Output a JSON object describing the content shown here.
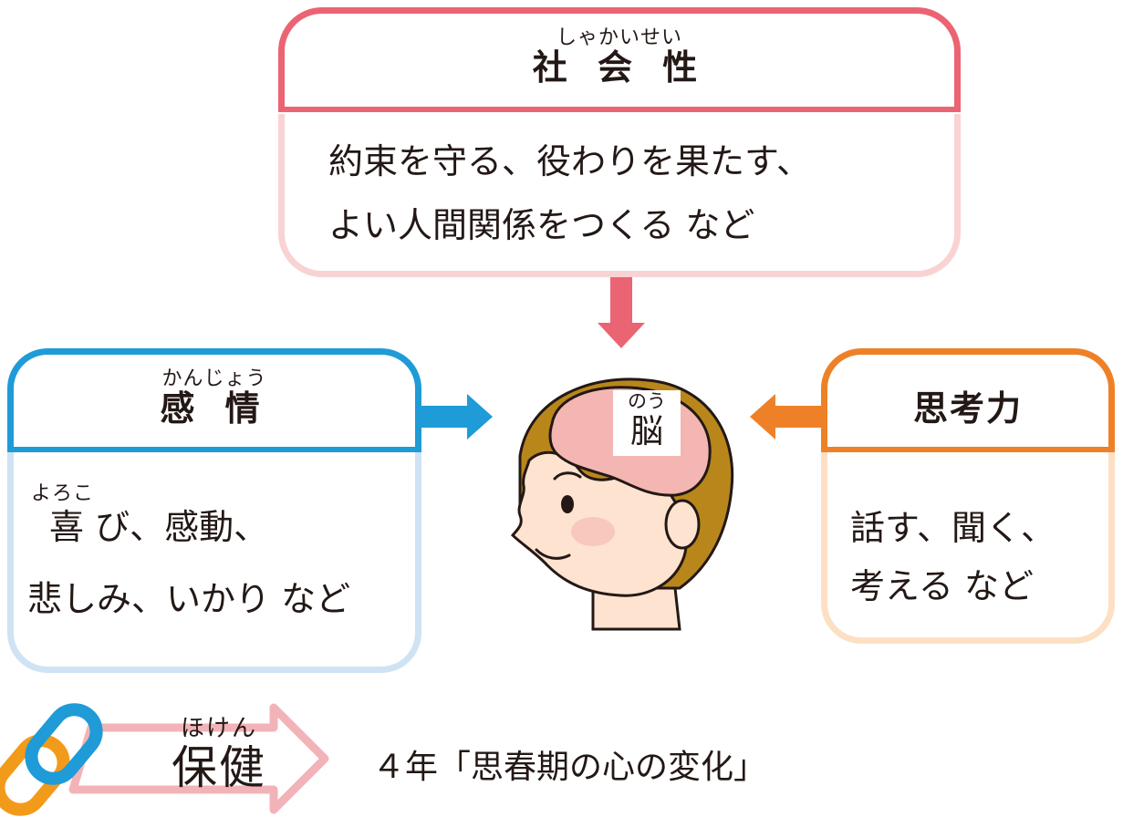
{
  "social": {
    "ruby": "しゃかいせい",
    "title": "社 会 性",
    "line1": "約束を守る、役わりを果たす、",
    "line2": "よい人間関係をつくる など"
  },
  "emotion": {
    "ruby": "かんじょう",
    "title": "感 情",
    "line1_ruby": "よろこ",
    "line1": "喜 び、感動、",
    "line2": "悲しみ、いかり など"
  },
  "thinking": {
    "title": "思考力",
    "line1": "話す、聞く、",
    "line2": "考える など"
  },
  "brain": {
    "ruby": "のう",
    "label": "脳"
  },
  "link": {
    "ruby": "ほけん",
    "label": "保健",
    "reference": "４年「思春期の心の変化」"
  },
  "colors": {
    "social": "#eb6473",
    "emotion": "#1f9bd7",
    "thinking": "#ee8127",
    "brain": "#f4b6b3",
    "skin": "#fde3d0",
    "hair": "#b8861b"
  }
}
